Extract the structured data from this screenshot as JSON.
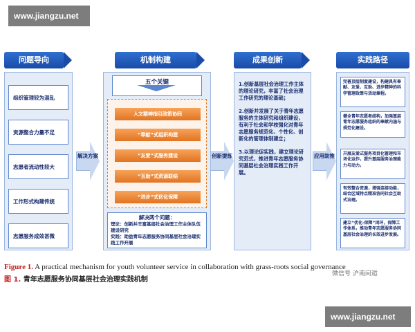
{
  "watermark": "www.jiangzu.net",
  "watermark_bottom": "www.jiangzu.net",
  "stamp": "微信号 沪南间逅",
  "headers": [
    "问题导向",
    "机制构建",
    "成果创新",
    "实践路径"
  ],
  "problems": [
    "组织管理较为混乱",
    "资源整合力量不足",
    "志愿者流动性较大",
    "工作形式构建传统",
    "志愿服务成效甚微"
  ],
  "arrows": {
    "a1": "解决方案",
    "a2": "创新提炼",
    "a3": "应用助推"
  },
  "mechanism": {
    "five_title": "五个关键",
    "keys": [
      "人文精神指引政策协同",
      "“奉献”式组织构建",
      "“友爱”式服务建设",
      "“互助”式资源联结",
      "“进步”式优化保障"
    ],
    "two_title": "解决两个问题：",
    "two_theory": "理论：创新并丰富基层社会治理工作主体队伍建设研究",
    "two_practice": "实践：助益青年志愿服务协同基层社会治理实践工作开展"
  },
  "outcomes": [
    "1.创新基层社会治理工作主体的理论研究，丰富了社会治理工作研究的理论基础；",
    "2.创新并发展了关于青年志愿服务的主体研究和组织建设，有利于社会和学校强化对青年志愿服务规范化、个性化、创新化的管理体制建立；",
    "3.以理论促实践，建立理论研究范式，推进青年志愿服务协同基层社会治理实践工作开展。"
  ],
  "paths": [
    "完善顶层制度建设，构建具有奉献、友爱、互助、进步精神的科学管理政策与活动章程。",
    "健全青年志愿者结构，加强基层青年志愿服务组织的奉献内涵与规范化建设。",
    "开展友爱式服务项目化管理和市场化运作，提升基层服务治理能力与动力。",
    "有效整合资源，增强连接动能，结合区域特点精准协同社会互助式治理。",
    "建立“优化-保障”闭环，保障工作体系，推动青年志愿服务协同基层社会治理的长效进步发展。"
  ],
  "caption_en_prefix": "Figure 1.",
  "caption_en": " A practical mechanism for youth volunteer service in collaboration with grass-roots social governance",
  "caption_cn_prefix": "图 1.",
  "caption_cn": " 青年志愿服务协同基层社会治理实践机制"
}
